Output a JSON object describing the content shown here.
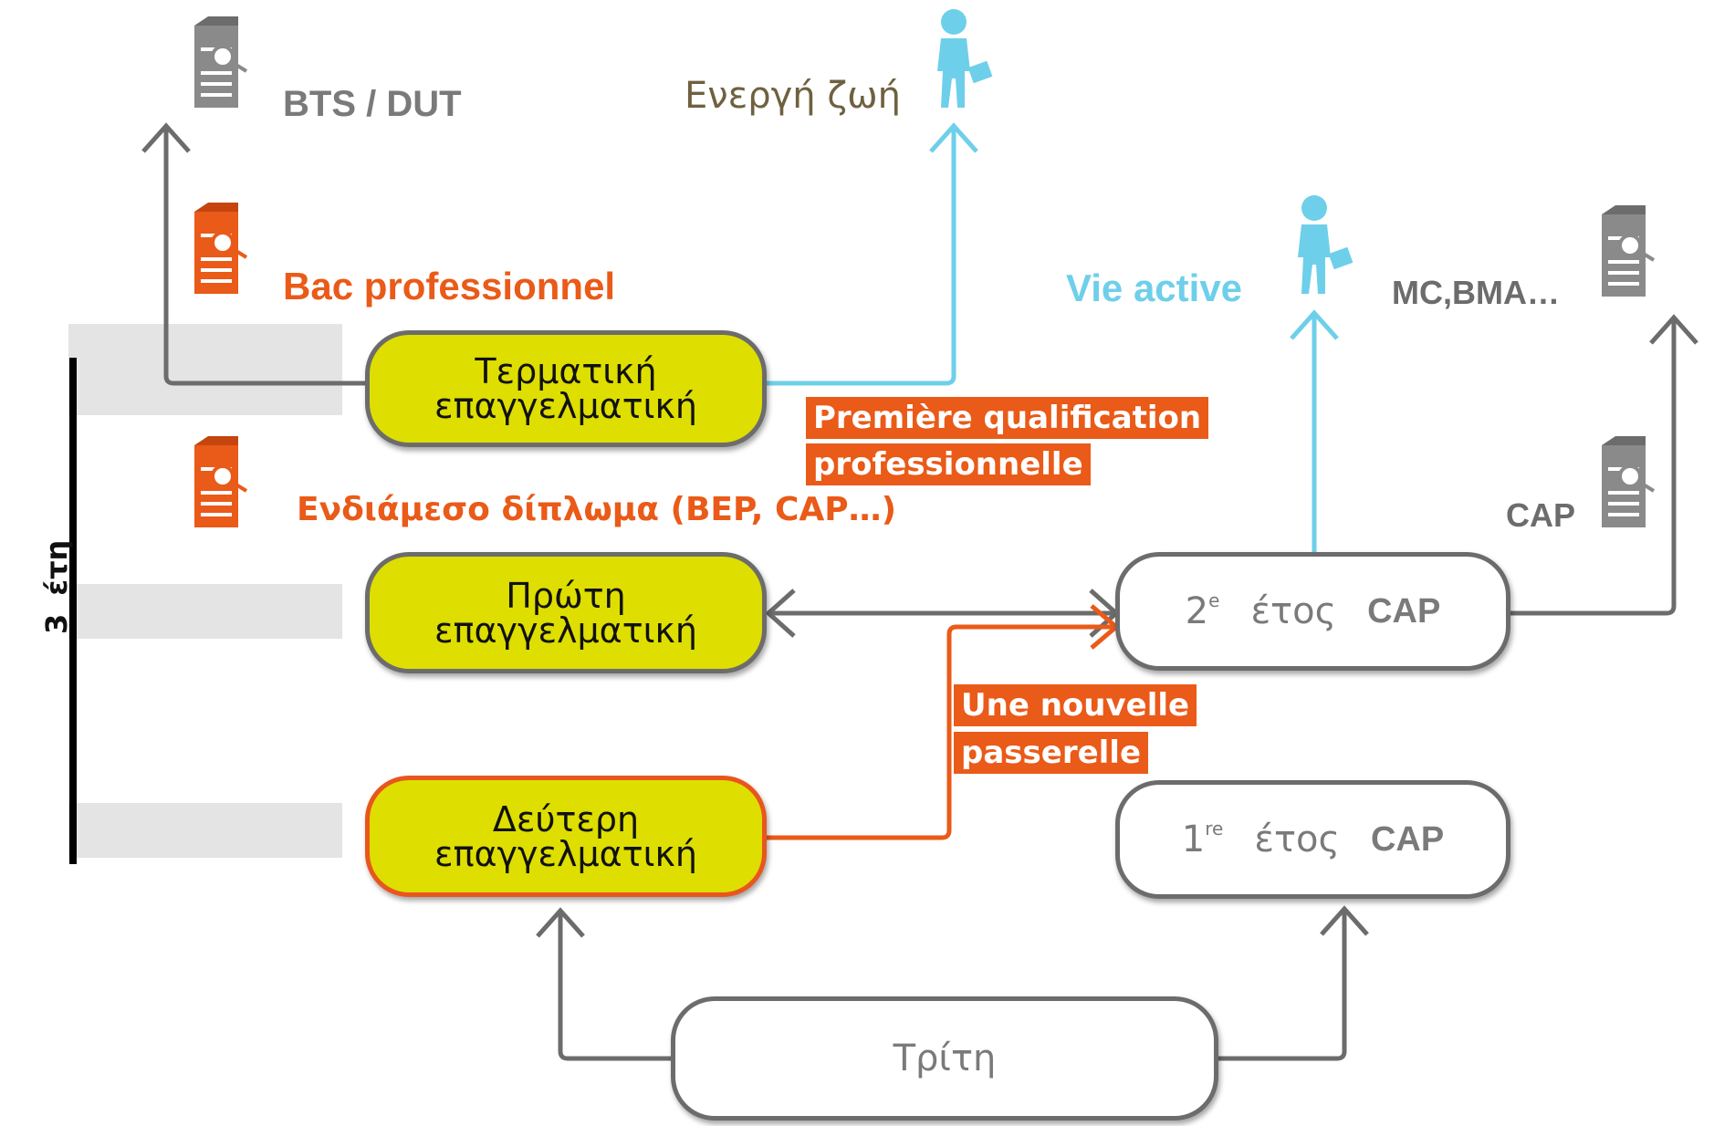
{
  "colors": {
    "gray": "#6c6c6c",
    "orange": "#ea5a18",
    "blue": "#6ecfea",
    "yellow": "#dede00"
  },
  "top_left": {
    "title": "BTS / DUT",
    "icon": "diploma-icon"
  },
  "top_center": {
    "label": "Ενεργή ζωή",
    "icon": "person-with-briefcase-icon"
  },
  "bac": {
    "label": "Bac professionnel",
    "icon": "diploma-icon"
  },
  "vie_active": {
    "label": "Vie active",
    "icon": "person-with-briefcase-icon"
  },
  "mc_bma": {
    "label": "MC,BMA…",
    "icon": "diploma-icon"
  },
  "cap_diploma": {
    "label": "CAP",
    "icon": "diploma-icon"
  },
  "intermediate": {
    "label": "Ενδιάμεσο δίπλωμα (BEP, CAP…)",
    "icon": "diploma-icon"
  },
  "qualification": {
    "line1": "Première qualification",
    "line2": "professionnelle"
  },
  "passerelle": {
    "line1": "Une nouvelle",
    "line2": "passerelle"
  },
  "years": {
    "number": "3",
    "word": "έτη"
  },
  "stages": {
    "terminale": {
      "line1": "Τερματική",
      "line2": "επαγγελματική"
    },
    "premiere": {
      "line1": "Πρώτη",
      "line2": "επαγγελματική"
    },
    "seconde": {
      "line1": "Δεύτερη",
      "line2": "επαγγελματική"
    }
  },
  "cap_year2": {
    "num": "2",
    "sup": "e",
    "word": "έτος",
    "cap": "CAP"
  },
  "cap_year1": {
    "num": "1",
    "sup": "re",
    "word": "έτος",
    "cap": "CAP"
  },
  "troisieme": {
    "label": "Τρίτη"
  }
}
